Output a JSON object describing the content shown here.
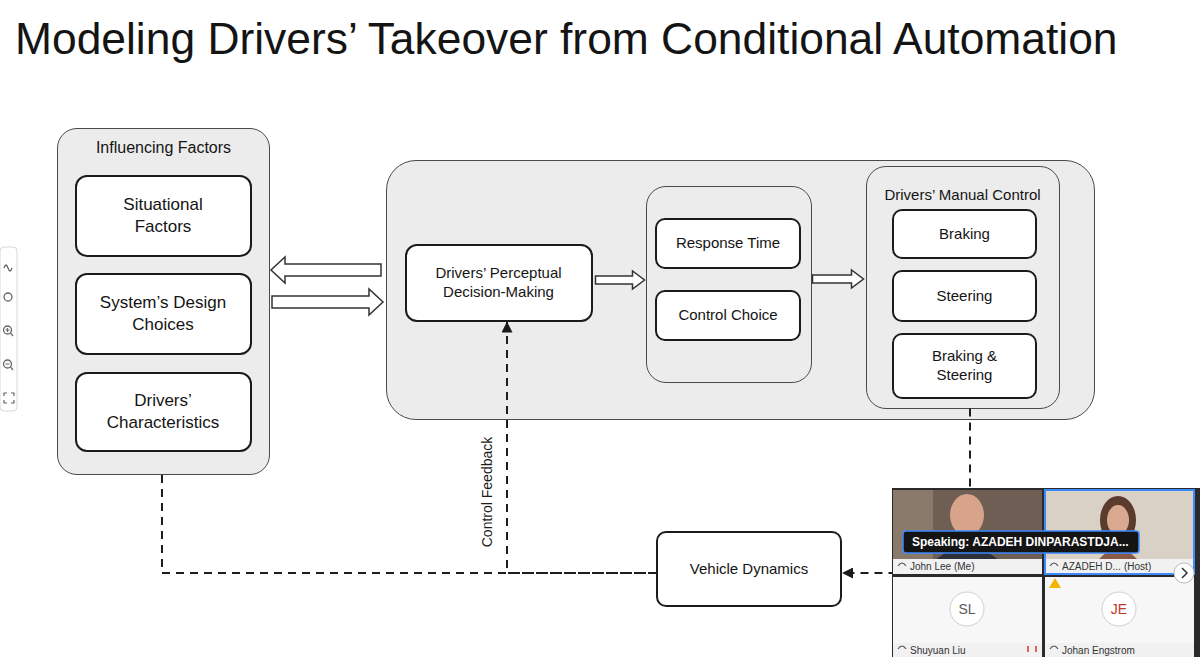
{
  "diagram": {
    "title": "Modeling Drivers’ Takeover from Conditional Automation",
    "nodes": [
      {
        "text": [
          "Influencing Factors"
        ]
      },
      {
        "text": [
          "Situational Factors"
        ],
        "in": 0
      },
      {
        "text": [
          "System’s Design Choices"
        ],
        "in": 0
      },
      {
        "text": [
          "Drivers’ Characteristics"
        ],
        "in": 0
      },
      {
        "text": []
      },
      {
        "text": [
          "Drivers’ Perceptual Decision-Making"
        ],
        "in": 4
      },
      {
        "text": [],
        "in": 4
      },
      {
        "text": [
          "Response Time"
        ],
        "in": 6
      },
      {
        "text": [
          "Control Choice"
        ],
        "in": 6
      },
      {
        "text": [
          "Drivers’ Manual Control"
        ],
        "in": 4
      },
      {
        "text": [
          "Braking"
        ],
        "in": 9
      },
      {
        "text": [
          "Steering"
        ],
        "in": 9
      },
      {
        "text": [
          "Braking & Steering"
        ],
        "in": 9
      },
      {
        "text": [
          "Vehicle Dynamics"
        ]
      }
    ],
    "edges": [
      {
        "from": 4,
        "to": 0,
        "arrow": "to"
      },
      {
        "from": 0,
        "to": 4,
        "arrow": "to"
      },
      {
        "from": 5,
        "to": 6,
        "arrow": "to"
      },
      {
        "from": 6,
        "to": 9,
        "arrow": "to"
      },
      {
        "from": 9,
        "to": 13,
        "arrow": "to"
      },
      {
        "from": 13,
        "to": 5,
        "label": "Control Feedback",
        "arrow": "to"
      },
      {
        "from": 0,
        "to": 13,
        "arrow": "none"
      }
    ],
    "labels": [
      "Speaking: AZADEH DINPARASTDJA...",
      "John Lee (Me)",
      "AZADEH D...",
      "(Host)",
      "SL",
      "JE",
      "Shuyuan Liu",
      "Johan Engstrom"
    ]
  }
}
